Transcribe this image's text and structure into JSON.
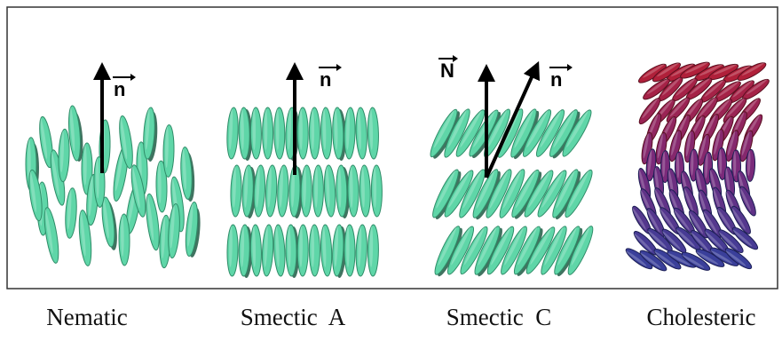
{
  "panels": [
    {
      "key": "nematic",
      "caption": "Nematic",
      "vectors": [
        {
          "label": "n",
          "overline": true
        }
      ]
    },
    {
      "key": "smectic-a",
      "caption": "Smectic  A",
      "vectors": [
        {
          "label": "n",
          "overline": true
        }
      ]
    },
    {
      "key": "smectic-c",
      "caption": "Smectic  C",
      "vectors": [
        {
          "label": "N",
          "overline": true
        },
        {
          "label": "n",
          "overline": true
        }
      ]
    },
    {
      "key": "cholesteric",
      "caption": "Cholesteric",
      "vectors": []
    }
  ],
  "colors": {
    "molecule": "#5fd6a8",
    "molecule_edge": "#2f8c68",
    "molecule_shadow": "#1f5a44",
    "cholesteric_top": "#b0203a",
    "cholesteric_mid": "#7a2a7a",
    "cholesteric_bottom": "#3a3f9a",
    "frame": "#333333",
    "arrow": "#000000"
  }
}
